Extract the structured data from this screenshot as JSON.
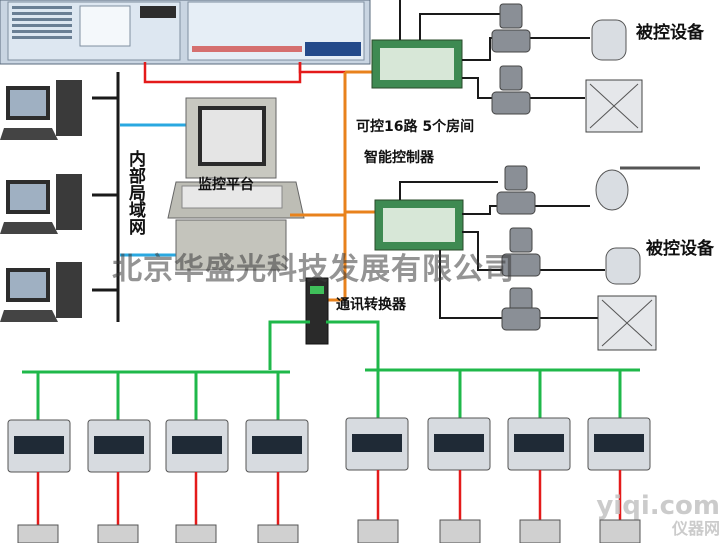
{
  "labels": {
    "controlled_devices_1": "被控设备",
    "controlled_devices_2": "被控设备",
    "controller_line1": "可控16路 5个房间",
    "controller_line2": "智能控制器",
    "monitoring_platform": "监控平台",
    "internal_lan": "内部局域网",
    "comm_converter": "通讯转换器"
  },
  "watermark": "北京华盛光科技发展有限公司",
  "corner_mark": "yiqi.com",
  "corner_mark_sub": "仪器网",
  "colors": {
    "power_line": "#e41a1a",
    "lan_line": "#2aa8e0",
    "control_line": "#e8821c",
    "bus_line": "#1fb84a",
    "io_line": "#1a1a1a"
  }
}
